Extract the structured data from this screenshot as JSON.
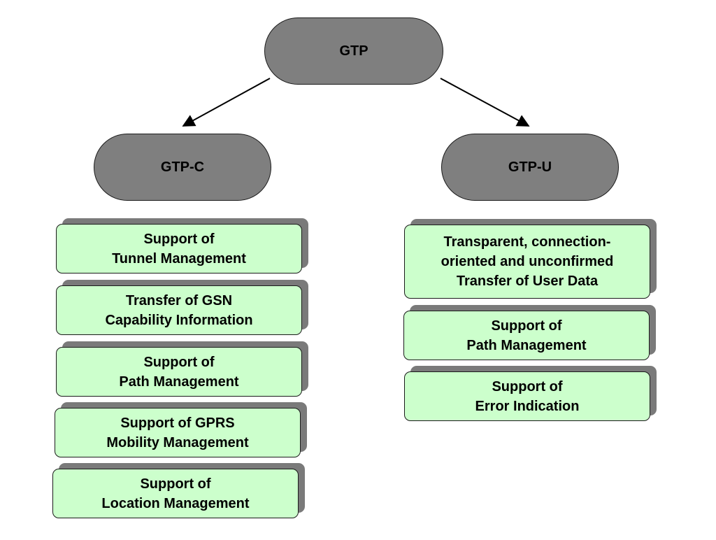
{
  "root": {
    "label": "GTP"
  },
  "left": {
    "label": "GTP-C",
    "items": [
      {
        "lines": [
          "Support of",
          "Tunnel Management"
        ]
      },
      {
        "lines": [
          "Transfer of GSN",
          "Capability Information"
        ]
      },
      {
        "lines": [
          "Support of",
          "Path Management"
        ]
      },
      {
        "lines": [
          "Support of GPRS",
          "Mobility Management"
        ]
      },
      {
        "lines": [
          "Support of",
          "Location Management"
        ]
      }
    ]
  },
  "right": {
    "label": "GTP-U",
    "items": [
      {
        "lines": [
          "Transparent, connection-",
          "oriented and unconfirmed",
          "Transfer of User Data"
        ]
      },
      {
        "lines": [
          "Support of",
          "Path Management"
        ]
      },
      {
        "lines": [
          "Support of",
          "Error Indication"
        ]
      }
    ]
  },
  "colors": {
    "node_fill": "#7f7f7f",
    "box_fill": "#ccffcc",
    "shadow": "#7a7a7a"
  }
}
